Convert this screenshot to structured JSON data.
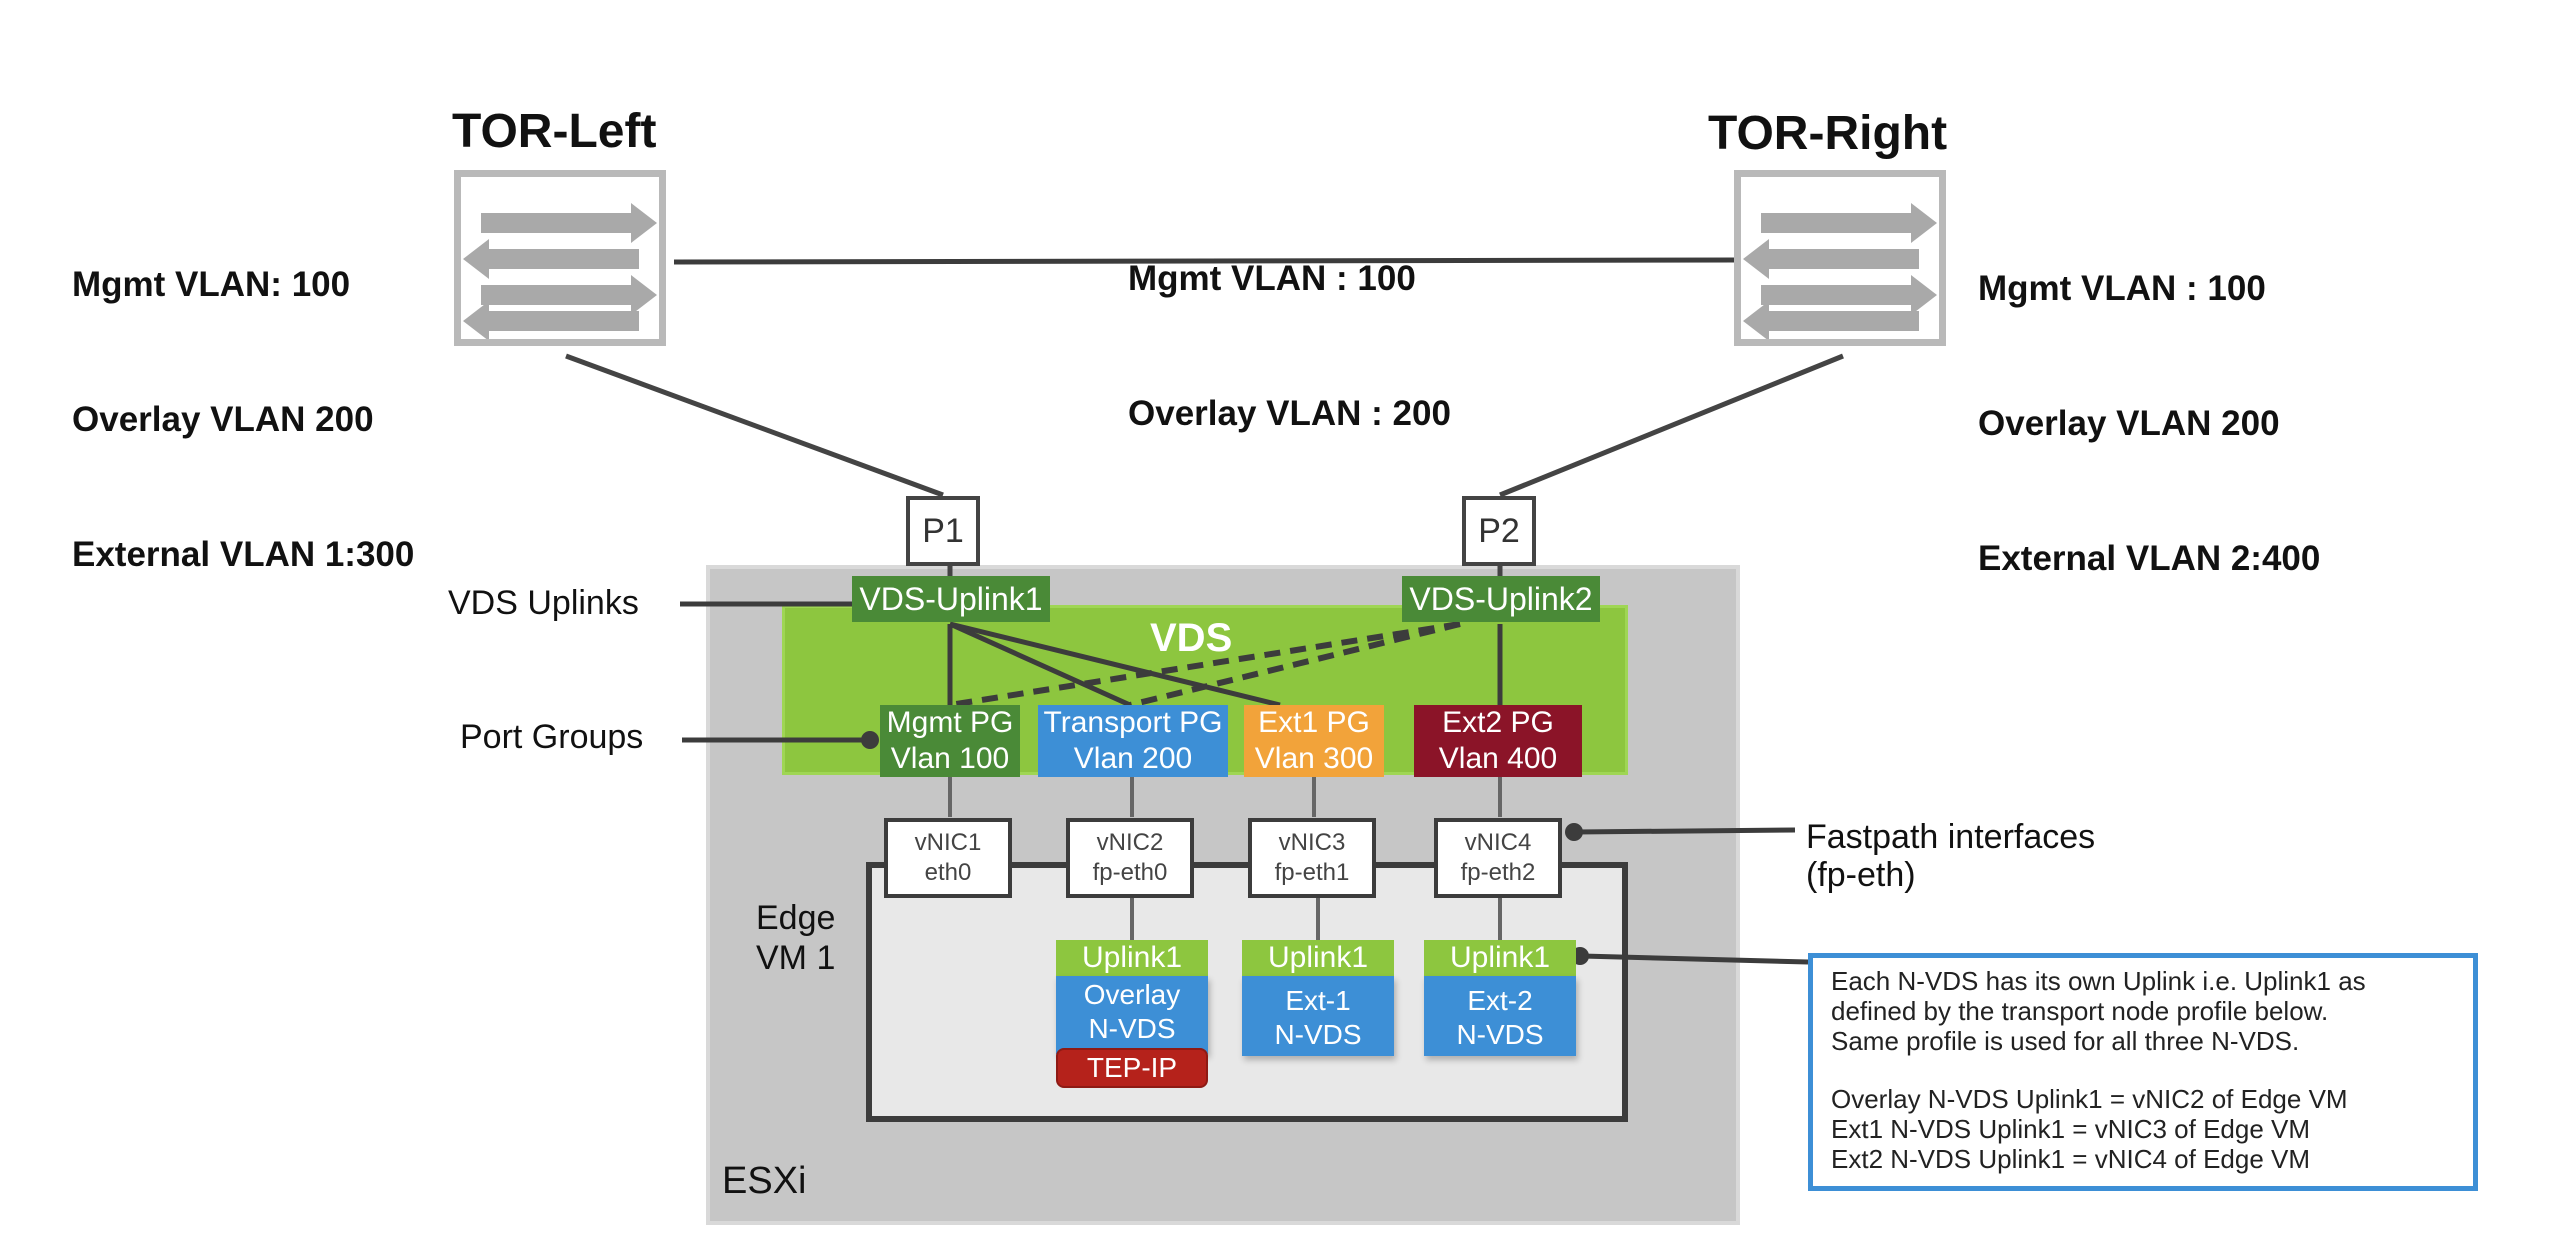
{
  "tor_left": {
    "title": "TOR-Left",
    "lines": [
      "Mgmt VLAN: 100",
      "Overlay VLAN 200",
      "External VLAN 1:300"
    ]
  },
  "tor_right": {
    "title": "TOR-Right",
    "lines": [
      "Mgmt VLAN : 100",
      "Overlay VLAN 200",
      "External VLAN 2:400"
    ]
  },
  "interlink": {
    "lines": [
      "Mgmt VLAN : 100",
      "Overlay VLAN : 200"
    ]
  },
  "ports": {
    "p1": "P1",
    "p2": "P2"
  },
  "vds": {
    "label": "VDS",
    "uplink1": "VDS-Uplink1",
    "uplink2": "VDS-Uplink2",
    "color": "#8dc63f"
  },
  "labels": {
    "vds_uplinks": "VDS Uplinks",
    "port_groups": "Port Groups",
    "fastpath_line1": "Fastpath interfaces",
    "fastpath_line2": "(fp-eth)",
    "edge_vm_line1": "Edge",
    "edge_vm_line2": "VM 1",
    "esxi": "ESXi"
  },
  "port_groups": [
    {
      "name": "Mgmt PG",
      "vlan": "Vlan 100",
      "color": "#4a8a37"
    },
    {
      "name": "Transport PG",
      "vlan": "Vlan 200",
      "color": "#3d8fd6"
    },
    {
      "name": "Ext1 PG",
      "vlan": "Vlan 300",
      "color": "#f2a33a"
    },
    {
      "name": "Ext2 PG",
      "vlan": "Vlan 400",
      "color": "#8b1428"
    }
  ],
  "vnics": [
    {
      "name": "vNIC1",
      "iface": "eth0"
    },
    {
      "name": "vNIC2",
      "iface": "fp-eth0"
    },
    {
      "name": "vNIC3",
      "iface": "fp-eth1"
    },
    {
      "name": "vNIC4",
      "iface": "fp-eth2"
    }
  ],
  "nvds": [
    {
      "uplink": "Uplink1",
      "line1": "Overlay",
      "line2": "N-VDS"
    },
    {
      "uplink": "Uplink1",
      "line1": "Ext-1",
      "line2": "N-VDS"
    },
    {
      "uplink": "Uplink1",
      "line1": "Ext-2",
      "line2": "N-VDS"
    }
  ],
  "tep": "TEP-IP",
  "info": {
    "lines_a": [
      "Each N-VDS has its own Uplink i.e. Uplink1 as",
      "defined by the transport node profile below.",
      "Same profile is used for all three N-VDS."
    ],
    "lines_b": [
      "Overlay N-VDS Uplink1 = vNIC2 of Edge VM",
      "Ext1 N-VDS Uplink1 = vNIC3 of Edge VM",
      "Ext2 N-VDS Uplink1 = vNIC4 of Edge VM"
    ]
  }
}
